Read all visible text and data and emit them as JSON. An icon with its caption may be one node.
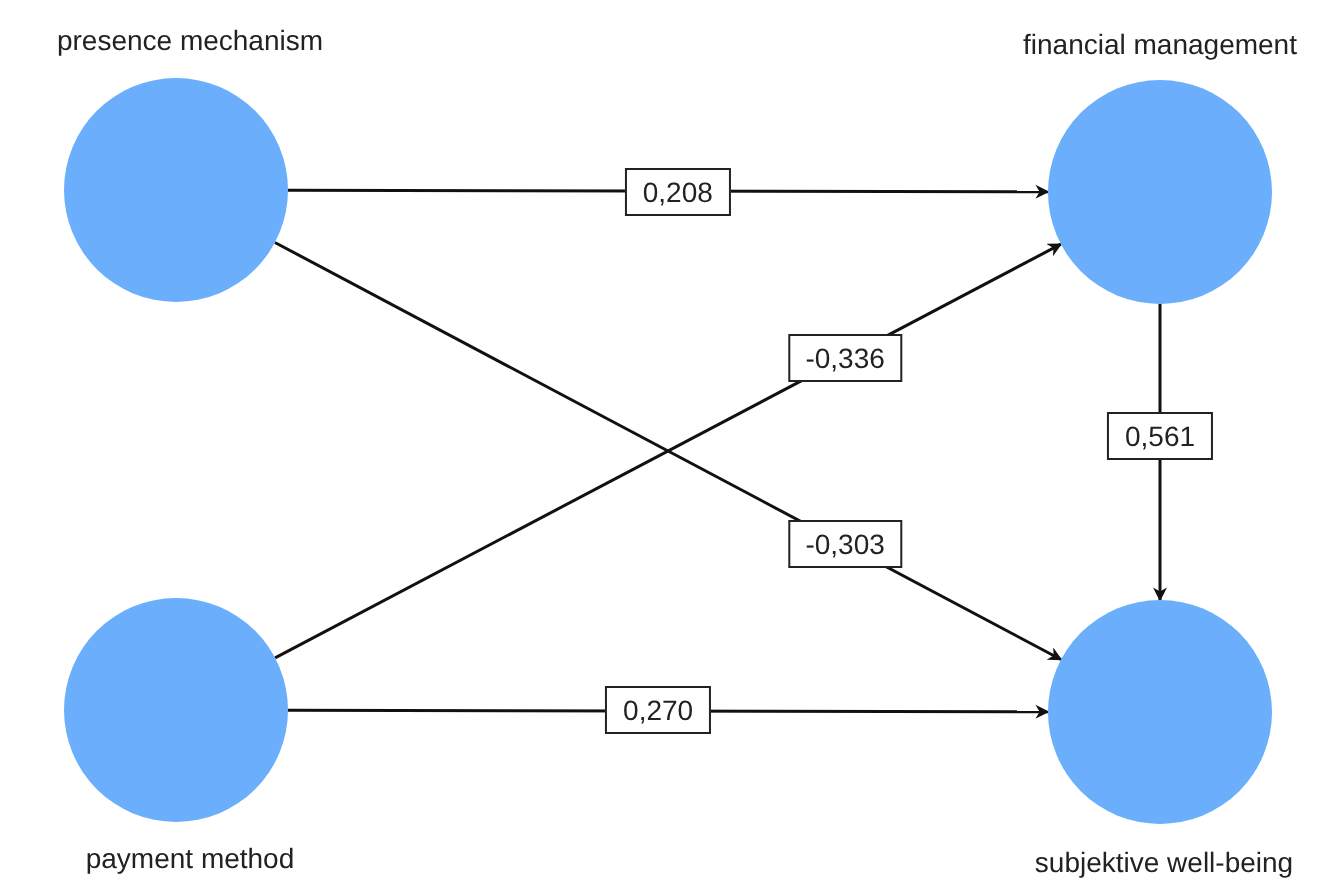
{
  "diagram": {
    "nodes": [
      {
        "text": [
          "presence mechanism"
        ]
      },
      {
        "text": [
          "financial management"
        ]
      },
      {
        "text": [
          "payment method"
        ]
      },
      {
        "text": [
          "subjektive well-being"
        ]
      }
    ],
    "edges": [
      {
        "from": 0,
        "to": 1,
        "arrow": "to",
        "label": "0,208"
      },
      {
        "from": 0,
        "to": 3,
        "arrow": "to",
        "label": "-0,303"
      },
      {
        "from": 2,
        "to": 1,
        "arrow": "to",
        "label": "-0,336"
      },
      {
        "from": 1,
        "to": 3,
        "arrow": "to",
        "label": "0,561"
      },
      {
        "from": 2,
        "to": 3,
        "arrow": "to",
        "label": "0,270"
      }
    ]
  }
}
